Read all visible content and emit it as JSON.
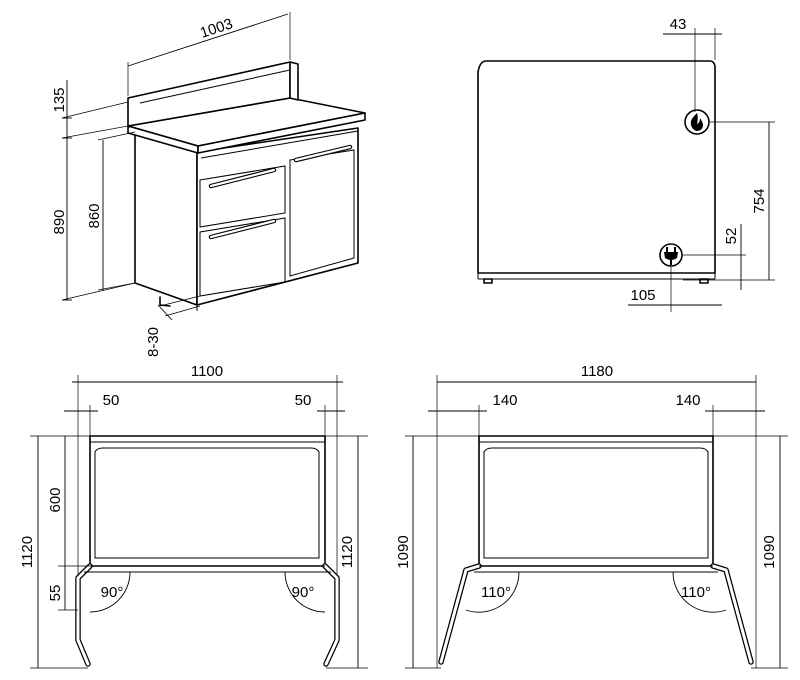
{
  "dimensions": {
    "width_3d": "1003",
    "backguard_height": "135",
    "total_height": "890",
    "worktop_height": "860",
    "feet_range": "8-30",
    "side_offset_top": "43",
    "gas_height": "754",
    "power_height": "52",
    "power_offset": "105",
    "door_open_width": "1100",
    "door_margin_left": "50",
    "door_margin_right": "50",
    "door_open_depth_left": "1120",
    "door_open_depth_right": "1120",
    "door_height_600": "600",
    "door_offset_55": "55",
    "angle_left": "90°",
    "angle_right": "90°",
    "side_open_width": "1180",
    "side_margin_left": "140",
    "side_margin_right": "140",
    "side_depth_left": "1090",
    "side_depth_right": "1090",
    "angle_side_left": "110°",
    "angle_side_right": "110°"
  },
  "icons": {
    "gas": "flame-icon",
    "power": "plug-icon"
  }
}
